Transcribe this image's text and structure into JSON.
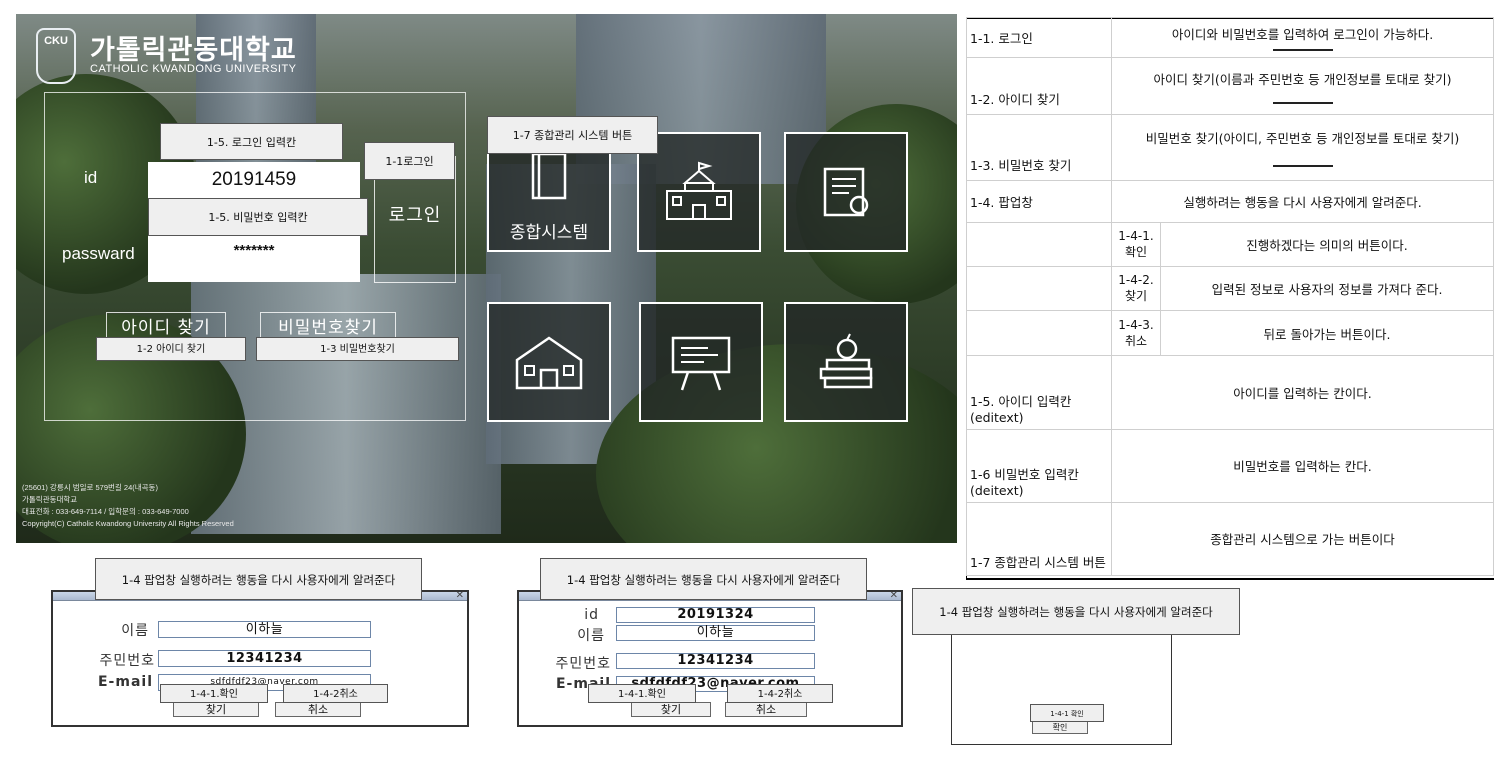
{
  "hero": {
    "logo_mark": "CKU",
    "logo_ko": "가톨릭관동대학교",
    "logo_en": "CATHOLIC KWANDONG UNIVERSITY",
    "id_label": "id",
    "id_value": "20191459",
    "password_label": "passward",
    "password_value": "*******",
    "login_button": "로그인",
    "find_id_button": "아이디 찾기",
    "find_pw_button": "비밀번호찾기",
    "tile_system_label": "종합시스템",
    "tiles": [
      "school-icon",
      "certificate-icon",
      "house-icon",
      "presentation-board-icon",
      "books-apple-icon"
    ],
    "footer_lines": [
      "(25601) 강릉시 범일로 579번길 24(내곡동)",
      "가톨릭관동대학교",
      "대표전화 : 033-649-7114 / 입학문의 : 033-649-7000",
      "Copyright(C) Catholic Kwandong University All Rights Reserved"
    ]
  },
  "annotations": {
    "login_input": "1-5. 로그인 입력칸",
    "login": "1-1로그인",
    "pw_input": "1-5. 비밀번호 입력칸",
    "system_button": "1-7 종합관리 시스템 버튼",
    "find_id": "1-2 아이디 찾기",
    "find_pw": "1-3 비밀번호찾기",
    "popup": "1-4 팝업창 실행하려는 행동을 다시 사용자에게 알려준다",
    "confirm": "1-4-1.확인",
    "cancel": "1-4-2취소",
    "confirm_small": "1-4-1 확인"
  },
  "spec": {
    "rows": [
      {
        "name": "1-1. 로그인",
        "desc": "아이디와 비밀번호를 입력하여 로그인이 가능하다."
      },
      {
        "name": "1-2. 아이디 찾기",
        "desc": "아이디 찾기(이름과 주민번호 등 개인정보를 토대로 찾기)"
      },
      {
        "name": "1-3. 비밀번호 찾기",
        "desc": "비밀번호 찾기(아이디, 주민번호 등 개인정보를 토대로 찾기)"
      },
      {
        "name": "1-4. 팝업창",
        "desc": "실행하려는 행동을 다시 사용자에게 알려준다."
      },
      {
        "name": "",
        "sub": "1-4-1. 확인",
        "desc": "진행하겠다는 의미의 버튼이다."
      },
      {
        "name": "",
        "sub": "1-4-2. 찾기",
        "desc": "입력된 정보로 사용자의 정보를 가져다 준다."
      },
      {
        "name": "",
        "sub": "1-4-3. 취소",
        "desc": "뒤로 돌아가는 버튼이다."
      },
      {
        "name": "1-5. 아이디 입력칸(editext)",
        "desc": "아이디를 입력하는 칸이다."
      },
      {
        "name": "1-6 비밀번호 입력칸(deitext)",
        "desc": "비밀번호를 입력하는 칸다."
      },
      {
        "name": "1-7 종합관리 시스템 버튼",
        "desc": "종합관리 시스템으로 가는 버튼이다"
      }
    ]
  },
  "dialog1": {
    "name_label": "이름",
    "name_value": "이하늘",
    "rrn_label": "주민번호",
    "rrn_value": "12341234",
    "email_label": "E-mail",
    "email_value": "sdfdfdf23@naver.com",
    "find_button": "찾기",
    "cancel_button": "취소"
  },
  "dialog2": {
    "id_label": "id",
    "id_value": "20191324",
    "name_label": "이름",
    "name_value": "이하늘",
    "rrn_label": "주민번호",
    "rrn_value": "12341234",
    "email_label": "E-mail",
    "email_value": "sdfdfdf23@naver.com",
    "find_button": "찾기",
    "cancel_button": "취소"
  },
  "dialog3": {
    "confirm_button": "확인"
  },
  "colors": {
    "annotation_bg": "#efefef",
    "dialog_border": "#333333",
    "tile_bg": "#232826"
  }
}
